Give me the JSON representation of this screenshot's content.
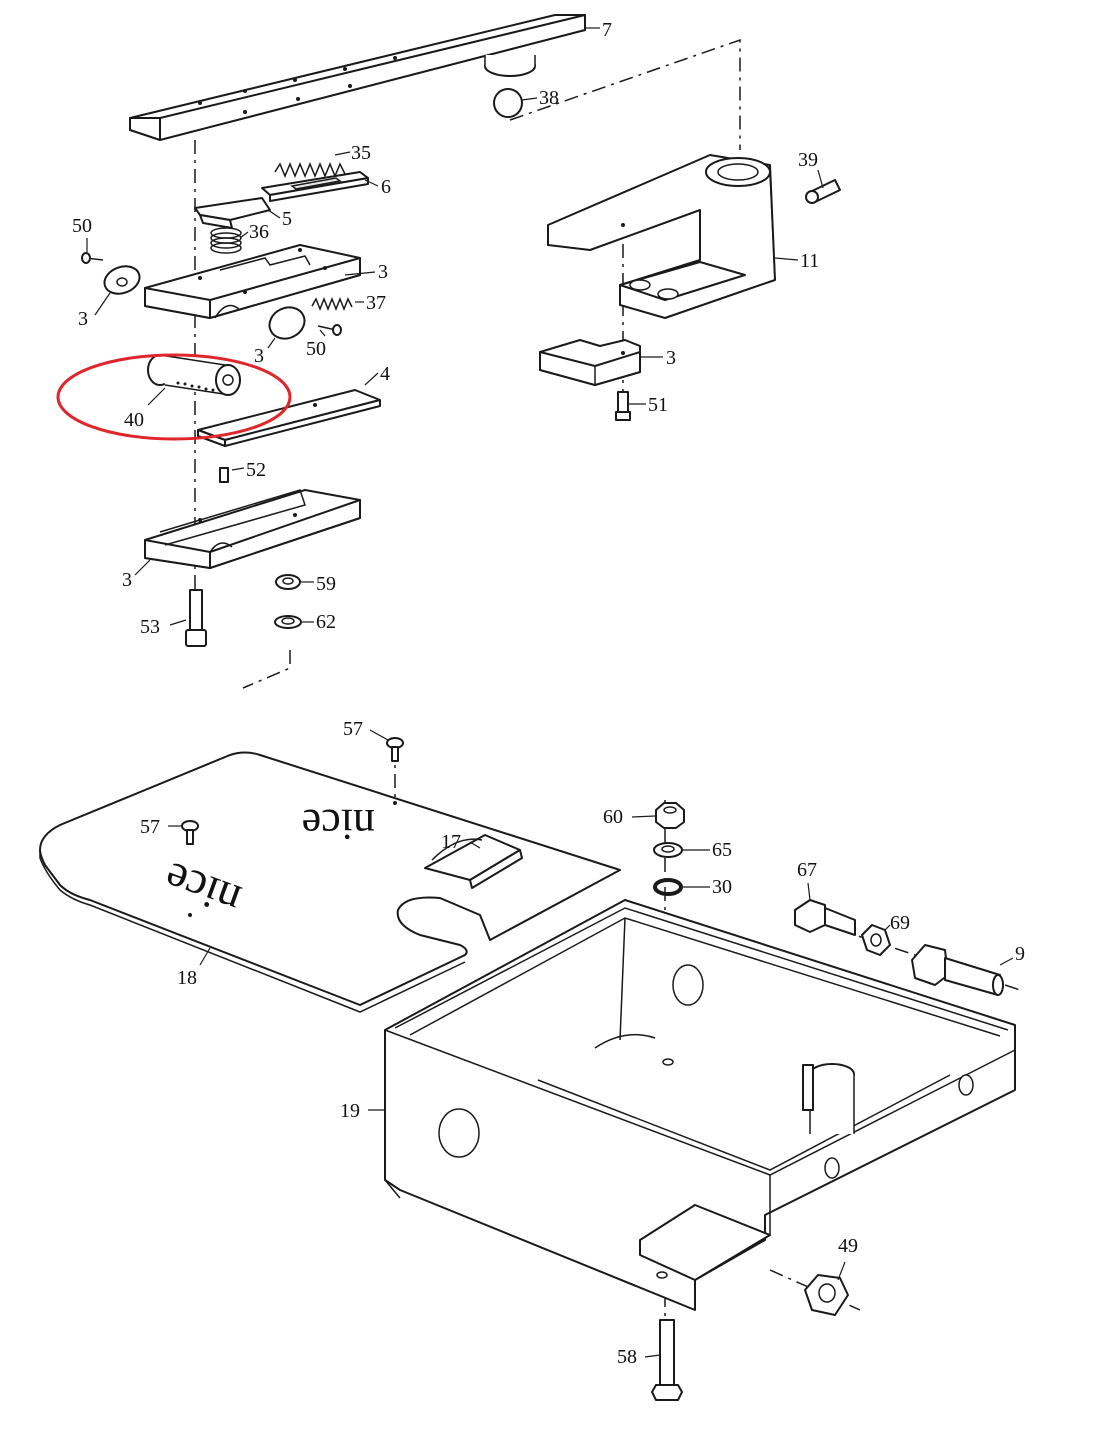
{
  "highlight": {
    "part": "40",
    "color": "#e0262b"
  },
  "brand_marks": [
    "nice",
    "nice"
  ],
  "labels": {
    "p7": "7",
    "p38": "38",
    "p35": "35",
    "p6": "6",
    "p5": "5",
    "p36": "36",
    "p50a": "50",
    "p3a": "3",
    "p3b": "3",
    "p37": "37",
    "p3c": "3",
    "p50b": "50",
    "p4": "4",
    "p40": "40",
    "p52": "52",
    "p3d": "3",
    "p59": "59",
    "p53": "53",
    "p62": "62",
    "p39": "39",
    "p11": "11",
    "p3e": "3",
    "p51": "51",
    "p57a": "57",
    "p57b": "57",
    "p17": "17",
    "p18": "18",
    "p60": "60",
    "p65": "65",
    "p30": "30",
    "p67": "67",
    "p69": "69",
    "p9": "9",
    "p19": "19",
    "p49": "49",
    "p58": "58"
  }
}
